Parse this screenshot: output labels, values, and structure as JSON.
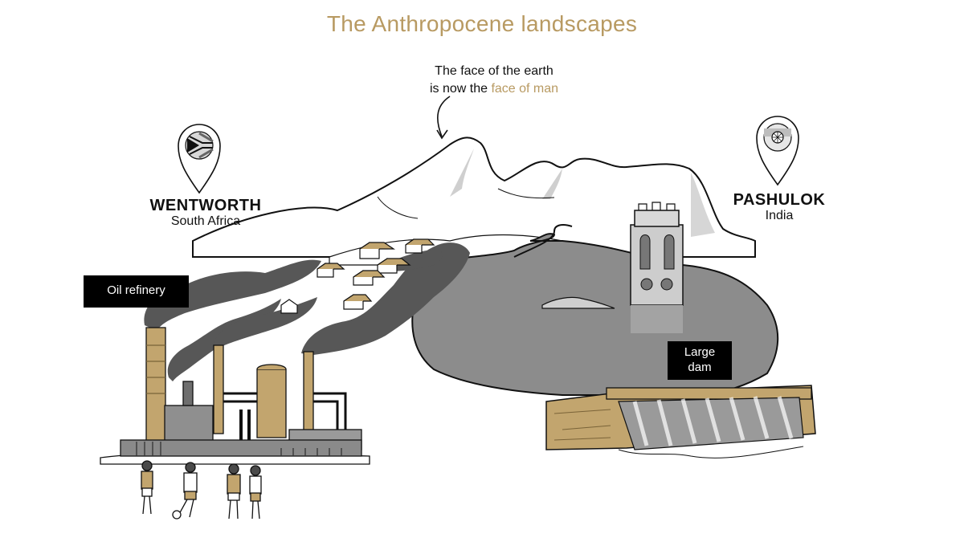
{
  "title": "The Anthropocene landscapes",
  "quote": {
    "line1": "The face of the earth",
    "line2_prefix": "is now the ",
    "line2_accent": "face of man"
  },
  "left_place": {
    "name": "WENTWORTH",
    "country": "South Africa"
  },
  "right_place": {
    "name": "PASHULOK",
    "country": "India"
  },
  "labels": {
    "refinery": "Oil refinery",
    "dam_line1": "Large",
    "dam_line2": "dam"
  },
  "colors": {
    "accent": "#b89a62",
    "ochre": "#c2a56e",
    "water": "#8c8c8c",
    "smoke": "#575757",
    "label_bg": "#000000"
  },
  "icons": [
    "map-pin-icon",
    "south-africa-flag-icon",
    "india-flag-icon",
    "arrow-down-icon"
  ]
}
